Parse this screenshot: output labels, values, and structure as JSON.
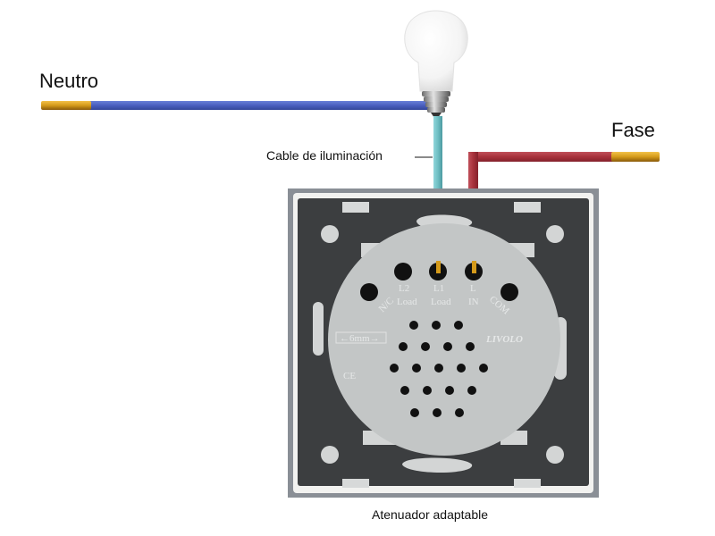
{
  "diagram": {
    "title": "Wiring diagram - dimmer switch",
    "labels": {
      "neutral": "Neutro",
      "phase": "Fase",
      "lighting_cable": "Cable de iluminación",
      "dimmer": "Atenuador adaptable"
    },
    "terminals": [
      {
        "top": "N/C",
        "bottom": ""
      },
      {
        "top": "L2",
        "bottom": "Load"
      },
      {
        "top": "L1",
        "bottom": "Load"
      },
      {
        "top": "L",
        "bottom": "IN"
      },
      {
        "top": "COM",
        "bottom": ""
      }
    ],
    "brand": "LIVOLO",
    "strip_gauge": "←6mm→",
    "certification": "CE",
    "colors": {
      "neutral_wire": "#4a5fbf",
      "lighting_wire": "#6fbfc4",
      "phase_wire": "#a8323c",
      "copper": "#d49a1a",
      "plate_frame": "#8a8f96",
      "plate_inner": "#3c3e40",
      "module": "#c3c6c6"
    }
  }
}
